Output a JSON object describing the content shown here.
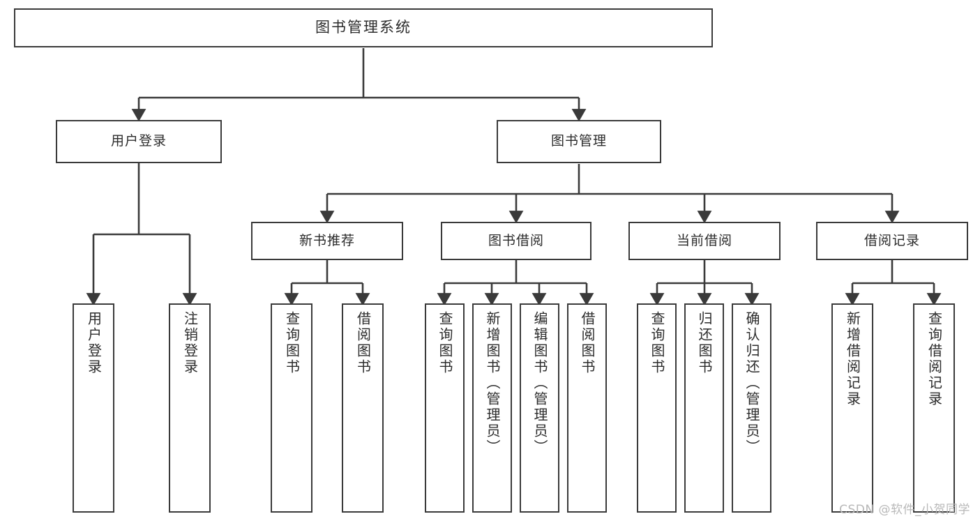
{
  "diagram": {
    "type": "tree",
    "root": {
      "id": "root",
      "label": "图书管理系统"
    },
    "level1": [
      {
        "id": "user-login",
        "label": "用户登录"
      },
      {
        "id": "book-manage",
        "label": "图书管理"
      }
    ],
    "level2": [
      {
        "id": "new-book-rec",
        "label": "新书推荐",
        "parent": "book-manage"
      },
      {
        "id": "book-borrow",
        "label": "图书借阅",
        "parent": "book-manage"
      },
      {
        "id": "current-borrow",
        "label": "当前借阅",
        "parent": "book-manage"
      },
      {
        "id": "borrow-record",
        "label": "借阅记录",
        "parent": "book-manage"
      }
    ],
    "leaves": [
      {
        "id": "leaf-user-login",
        "label": "用户登录",
        "parent": "user-login"
      },
      {
        "id": "leaf-user-logout",
        "label": "注销登录",
        "parent": "user-login"
      },
      {
        "id": "leaf-rec-query-book",
        "label": "查询图书",
        "parent": "new-book-rec"
      },
      {
        "id": "leaf-rec-borrow-book",
        "label": "借阅图书",
        "parent": "new-book-rec"
      },
      {
        "id": "leaf-borrow-query-book",
        "label": "查询图书",
        "parent": "book-borrow"
      },
      {
        "id": "leaf-add-book-admin",
        "label": "新增图书（管理员）",
        "parent": "book-borrow"
      },
      {
        "id": "leaf-edit-book-admin",
        "label": "编辑图书（管理员）",
        "parent": "book-borrow"
      },
      {
        "id": "leaf-borrow-book",
        "label": "借阅图书",
        "parent": "book-borrow"
      },
      {
        "id": "leaf-cur-query-book",
        "label": "查询图书",
        "parent": "current-borrow"
      },
      {
        "id": "leaf-return-book",
        "label": "归还图书",
        "parent": "current-borrow"
      },
      {
        "id": "leaf-confirm-return-admin",
        "label": "确认归还（管理员）",
        "parent": "current-borrow"
      },
      {
        "id": "leaf-add-borrow-record",
        "label": "新增借阅记录",
        "parent": "borrow-record"
      },
      {
        "id": "leaf-query-borrow-record",
        "label": "查询借阅记录",
        "parent": "borrow-record"
      }
    ]
  },
  "watermark": {
    "text": "CSDN @软件_小贺同学"
  },
  "colors": {
    "stroke": "#3a3a3a",
    "fill": "#ffffff",
    "text": "#2b2b2b",
    "watermark": "#b8b8b8"
  }
}
